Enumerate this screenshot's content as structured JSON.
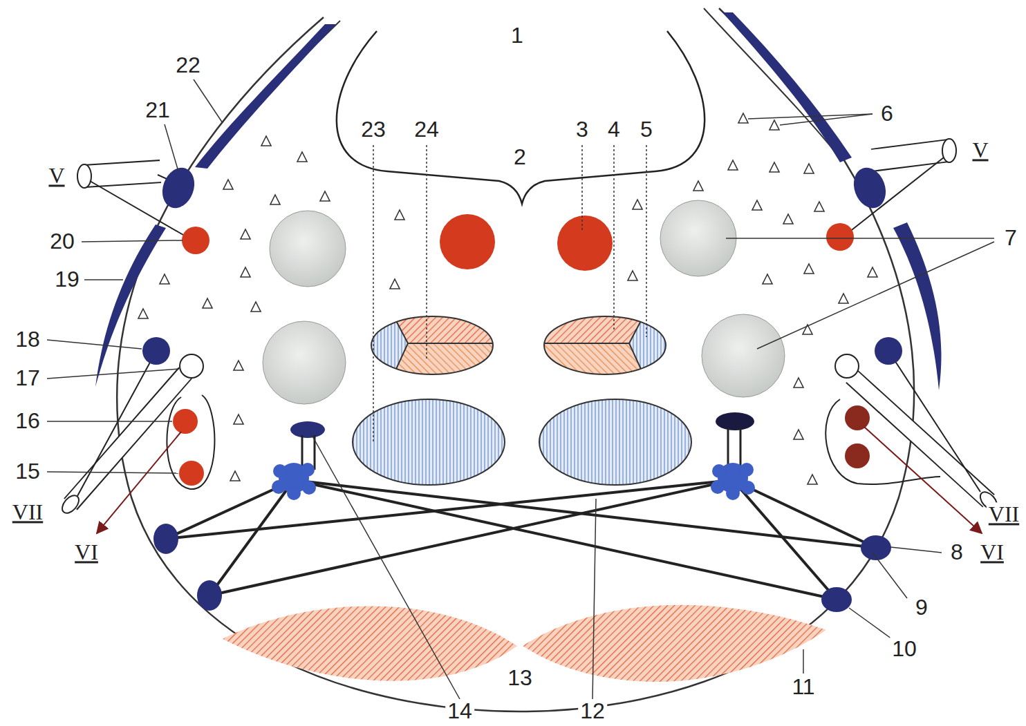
{
  "diagram": {
    "labels": [
      "1",
      "22",
      "21",
      "6",
      "23",
      "24",
      "2",
      "3",
      "4",
      "5",
      "V",
      "V",
      "20",
      "7",
      "19",
      "18",
      "17",
      "16",
      "15",
      "VII",
      "VII",
      "VI",
      "VI",
      "8",
      "9",
      "10",
      "13",
      "11",
      "14",
      "12"
    ]
  }
}
